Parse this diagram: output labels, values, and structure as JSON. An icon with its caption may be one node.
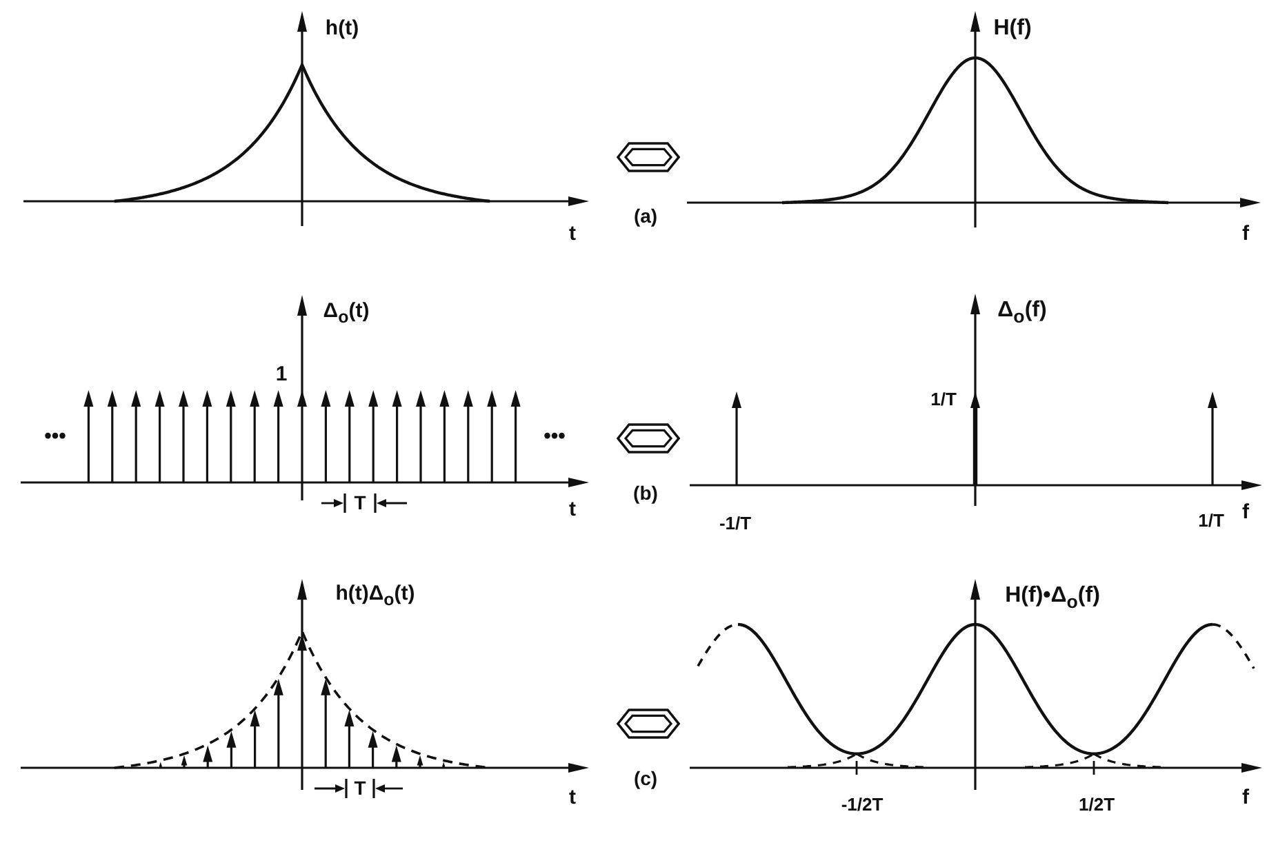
{
  "diagram": {
    "labels": [
      "h(t)",
      "H(f)",
      "(a)",
      "t",
      "f",
      "Δ$_{o}$(t)",
      "Δ$_{o}$(f)",
      "1",
      "1/T",
      "•••",
      "•••",
      "(b)",
      "T",
      "t",
      "-1/T",
      "1/T",
      "f",
      "h(t)Δ$_{o}$(t)",
      "H(f)•Δ$_{o}$(f)",
      "(c)",
      "T",
      "t",
      "-1/2T",
      "1/2T",
      "f"
    ]
  }
}
